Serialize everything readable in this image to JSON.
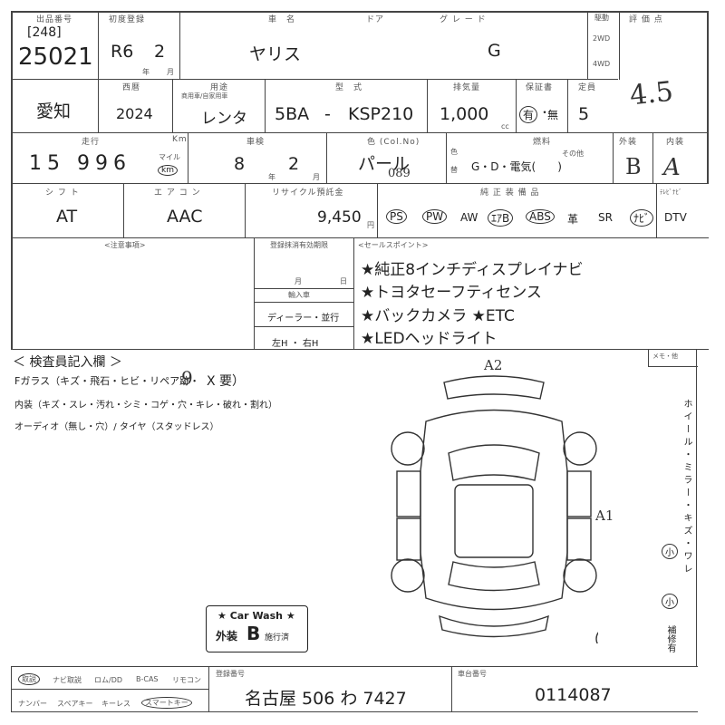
{
  "header": {
    "lot_label": "出品番号",
    "lot_sub": "[248]",
    "lot_number": "25021",
    "first_reg_label": "初度登録",
    "first_reg_era": "R6",
    "first_reg_month": "2",
    "year_unit": "年",
    "month_unit": "月",
    "car_name_label": "車　名",
    "door_label": "ドア",
    "grade_label": "グ レ ー ド",
    "car_name": "ヤリス",
    "grade": "G",
    "drive_label": "駆動",
    "drive_2wd": "2WD",
    "drive_4wd": "4WD",
    "score_label": "評 価 点",
    "score": "4.5"
  },
  "row2": {
    "region": "愛知",
    "year_label": "西暦",
    "year": "2024",
    "purpose_label": "用途",
    "purpose_sub": "商用車/自家用車",
    "purpose": "レンタ",
    "model_label": "型　式",
    "model_prefix": "5BA",
    "model_dash": "-",
    "model": "KSP210",
    "displacement_label": "排気量",
    "displacement": "1,000",
    "cc": "cc",
    "warranty_label": "保証書",
    "warranty_yes": "有",
    "warranty_no": "無",
    "capacity_label": "定員",
    "capacity": "5"
  },
  "row3": {
    "mileage_label": "走行",
    "mileage_unit_label": "Km",
    "mileage": "15 996",
    "mileage_unit": "km",
    "mile_label": "マイル",
    "inspection_label": "車検",
    "inspection_year": "8",
    "inspection_month": "2",
    "year_unit": "年",
    "month_unit": "月",
    "color_label": "色 (Col.No)",
    "color": "パール",
    "color_code": "089",
    "color_change_label": "色替",
    "fuel_label": "燃料",
    "fuel_options": "G・D・電気(　　)",
    "fuel_other": "その他",
    "exterior_label": "外装",
    "exterior_grade": "B",
    "interior_label": "内装",
    "interior_grade": "A"
  },
  "row4": {
    "shift_label": "シ フ ト",
    "shift": "AT",
    "aircon_label": "エ ア コ ン",
    "aircon": "AAC",
    "recycle_label": "リサイクル預託金",
    "recycle_amount": "9,450",
    "yen": "円",
    "equipment_label": "純 正 装 備 品",
    "equipment": [
      "PS",
      "PW",
      "AW",
      "ｴｱB",
      "ABS",
      "革",
      "SR",
      "ﾅﾋﾞ",
      "DTV"
    ],
    "note_label": "ﾃﾚﾋﾞﾅﾋﾞ"
  },
  "notes": {
    "caution_label": "<注意事項>",
    "expiry_label": "登録抹消有効期限",
    "expiry_month": "月",
    "expiry_day": "日",
    "import_label": "輸入車",
    "dealer": "ディーラー・並行",
    "hand": "左H ・ 右H",
    "sales_label": "<セールスポイント>",
    "sales_points": [
      "★純正8インチディスプレイナビ",
      "★トヨタセーフティセンス",
      "★バックカメラ ★ETC",
      "★LEDヘッドライト"
    ]
  },
  "inspection": {
    "title": "＜ 検査員記入欄 ＞",
    "line1": "Fガラス（キズ・飛石・ヒビ・リペア跡・",
    "line1_mark": "9",
    "line1_end": "X 要）",
    "line2": "内装（キズ・スレ・汚れ・シミ・コゲ・穴・キレ・破れ・割れ）",
    "line3": "オーディオ（無し・穴）/ タイヤ（スタッドレス）",
    "mark_a2": "A2",
    "mark_a1": "A1",
    "side_label": "ホイール・ミラー・キズ・ワレ",
    "side_words": [
      "ホ",
      "イ",
      "ル",
      "・",
      "ミ",
      "キ",
      "ズ",
      "ワ",
      "レ"
    ],
    "small_1": "小",
    "small_2": "小",
    "repair": "補修有",
    "memo_label": "メモ・他"
  },
  "carwash": {
    "title": "★ Car Wash ★",
    "exterior": "外装",
    "grade": "B",
    "suffix": "施行済"
  },
  "footer": {
    "options_top": [
      "取説",
      "ナビ取説",
      "ロム/DD",
      "B-CAS",
      "リモコン"
    ],
    "options_bottom": [
      "ナンバー",
      "スペアキー",
      "キーレス",
      "スマートキー"
    ],
    "plate_label": "登録番号",
    "plate": "名古屋 506 わ 7427",
    "chassis_label": "車台番号",
    "chassis": "0114087"
  }
}
